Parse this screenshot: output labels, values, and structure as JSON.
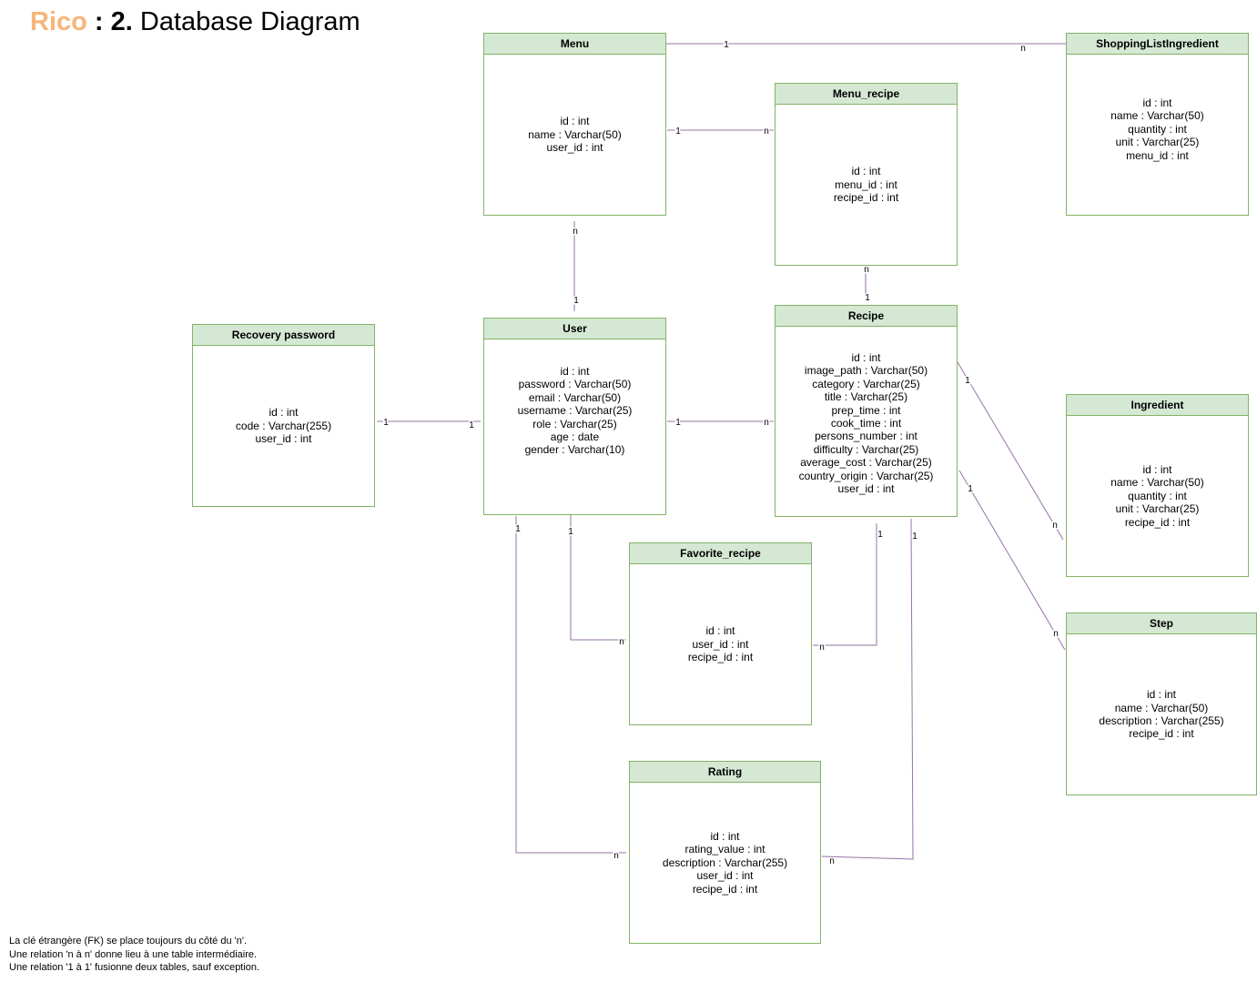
{
  "title": {
    "brand": "Rico",
    "sep": " : ",
    "num": "2.",
    "text": " Database Diagram"
  },
  "colors": {
    "brand": "#f7b57a",
    "header_fill": "#d5e8d4",
    "border": "#82b366",
    "link": "#9673a6"
  },
  "entities": {
    "menu": {
      "name": "Menu",
      "fields": [
        "id : int",
        "name : Varchar(50)",
        "user_id : int"
      ]
    },
    "menu_recipe": {
      "name": "Menu_recipe",
      "fields": [
        "id : int",
        "menu_id : int",
        "recipe_id : int"
      ]
    },
    "shopping": {
      "name": "ShoppingListIngredient",
      "fields": [
        "id : int",
        "name : Varchar(50)",
        "quantity : int",
        "unit : Varchar(25)",
        "menu_id : int"
      ]
    },
    "recovery": {
      "name": "Recovery password",
      "fields": [
        "id : int",
        "code : Varchar(255)",
        "user_id : int"
      ]
    },
    "user": {
      "name": "User",
      "fields": [
        "id : int",
        "password : Varchar(50)",
        "email : Varchar(50)",
        "username : Varchar(25)",
        "role : Varchar(25)",
        "age : date",
        "gender : Varchar(10)"
      ]
    },
    "recipe": {
      "name": "Recipe",
      "fields": [
        "id : int",
        "image_path : Varchar(50)",
        "category : Varchar(25)",
        "title : Varchar(25)",
        "prep_time : int",
        "cook_time : int",
        "persons_number : int",
        "difficulty : Varchar(25)",
        "average_cost : Varchar(25)",
        "country_origin : Varchar(25)",
        "user_id : int"
      ]
    },
    "ingredient": {
      "name": "Ingredient",
      "fields": [
        "id : int",
        "name : Varchar(50)",
        "quantity : int",
        "unit : Varchar(25)",
        "recipe_id : int"
      ]
    },
    "step": {
      "name": "Step",
      "fields": [
        "id : int",
        "name : Varchar(50)",
        "description : Varchar(255)",
        "recipe_id : int"
      ]
    },
    "favorite": {
      "name": "Favorite_recipe",
      "fields": [
        "id : int",
        "user_id : int",
        "recipe_id : int"
      ]
    },
    "rating": {
      "name": "Rating",
      "fields": [
        "id : int",
        "rating_value : int",
        "description : Varchar(255)",
        "user_id : int",
        "recipe_id : int"
      ]
    }
  },
  "relations": [
    {
      "from": "Menu",
      "to": "ShoppingListIngredient",
      "from_card": "1",
      "to_card": "n"
    },
    {
      "from": "Menu",
      "to": "Menu_recipe",
      "from_card": "1",
      "to_card": "n"
    },
    {
      "from": "User",
      "to": "Menu",
      "from_card": "1",
      "to_card": "n"
    },
    {
      "from": "Recipe",
      "to": "Menu_recipe",
      "from_card": "1",
      "to_card": "n"
    },
    {
      "from": "Recovery password",
      "to": "User",
      "from_card": "1",
      "to_card": "1"
    },
    {
      "from": "User",
      "to": "Recipe",
      "from_card": "1",
      "to_card": "n"
    },
    {
      "from": "Recipe",
      "to": "Ingredient",
      "from_card": "1",
      "to_card": "n"
    },
    {
      "from": "Recipe",
      "to": "Step",
      "from_card": "1",
      "to_card": "n"
    },
    {
      "from": "User",
      "to": "Favorite_recipe",
      "from_card": "1",
      "to_card": "n"
    },
    {
      "from": "Recipe",
      "to": "Favorite_recipe",
      "from_card": "1",
      "to_card": "n"
    },
    {
      "from": "User",
      "to": "Rating",
      "from_card": "1",
      "to_card": "n"
    },
    {
      "from": "Recipe",
      "to": "Rating",
      "from_card": "1",
      "to_card": "n"
    }
  ],
  "notes": [
    "La clé étrangère (FK) se place toujours du côté du 'n'.",
    "Une relation 'n à n' donne lieu à une table intermédiaire.",
    "Une relation '1 à 1' fusionne deux tables, sauf exception."
  ]
}
